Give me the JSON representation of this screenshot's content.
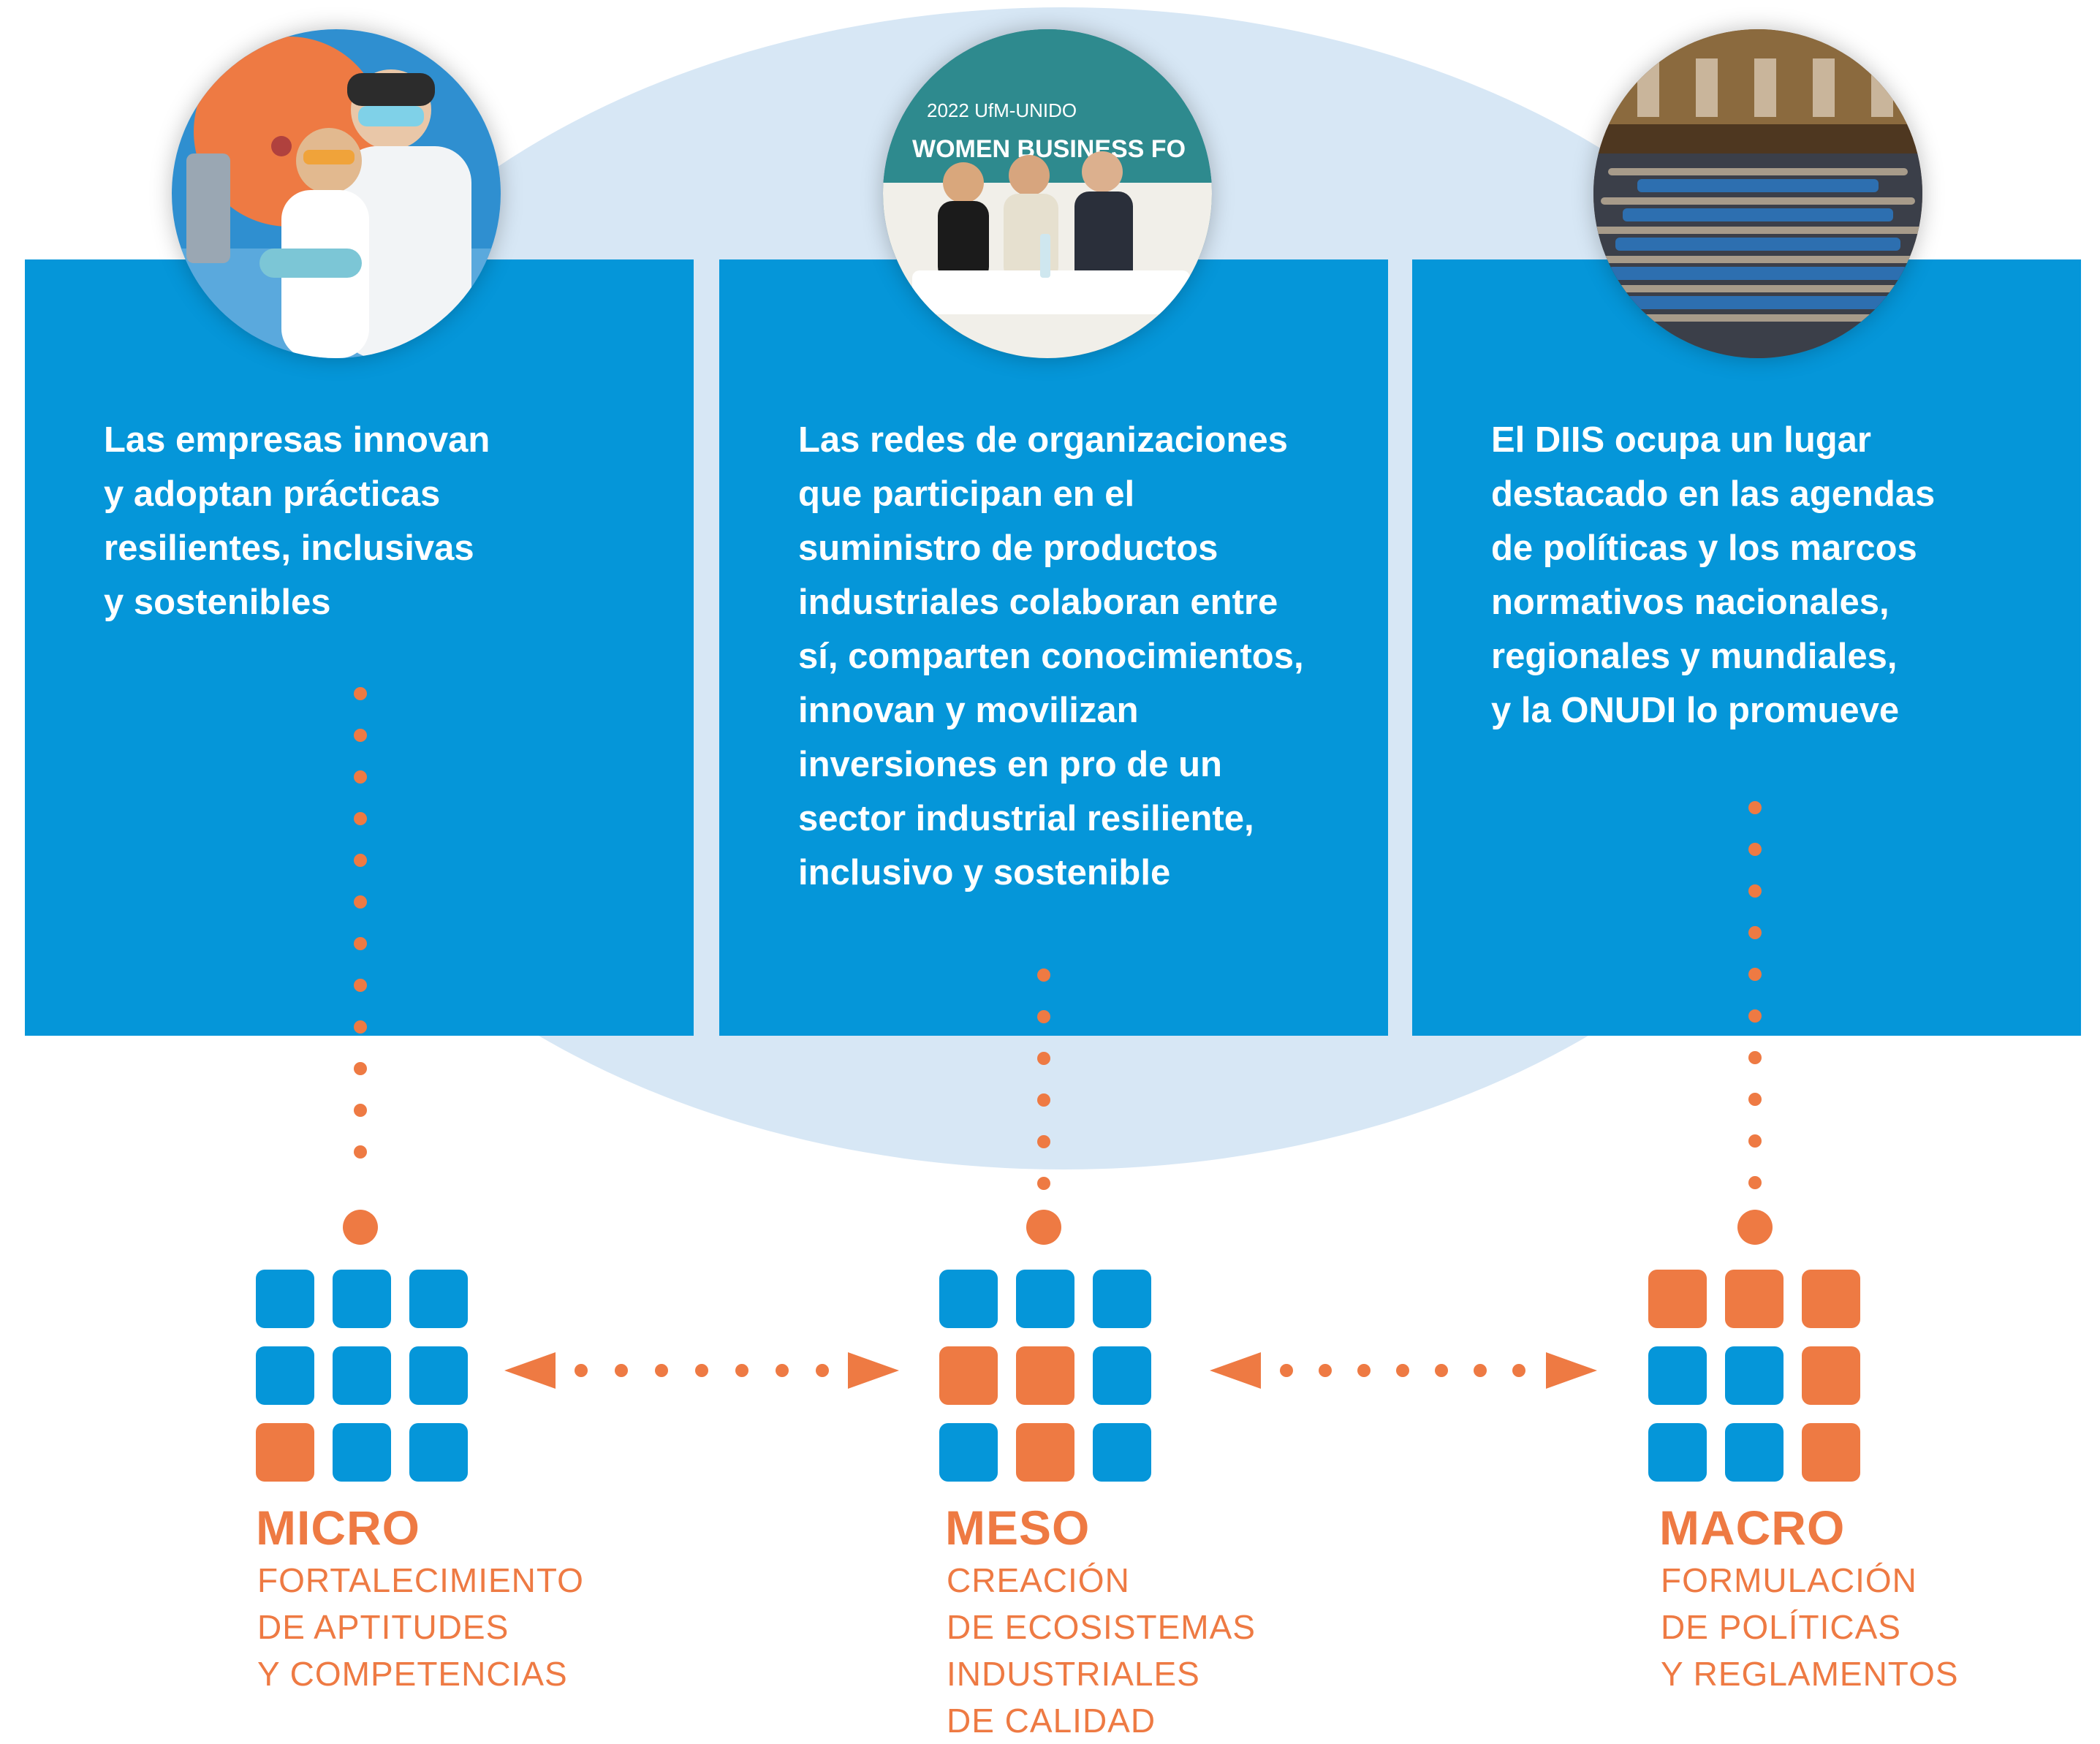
{
  "colors": {
    "panel_blue": "#0596d9",
    "ellipse_blue": "#d7e7f5",
    "accent_orange": "#ee7a43"
  },
  "panels": [
    {
      "text": "Las empresas innovan\ny adoptan prácticas\nresilientes, inclusivas\ny sostenibles",
      "photo": "laboratory-scientists-photo"
    },
    {
      "text": "Las redes de organizaciones\nque participan en el\nsuministro de productos\nindustriales colaboran entre\nsí, comparten conocimientos,\ninnovan y movilizan\ninversiones en pro de un\nsector industrial resiliente,\ninclusivo y sostenible",
      "photo": "business-forum-panel-photo",
      "photo_banner_text": "2022 UfM-UNIDO",
      "photo_banner_text2": "WOMEN BUSINESS FO"
    },
    {
      "text": "El DIIS ocupa un lugar\ndestacado en las agendas\nde políticas y los marcos\nnormativos nacionales,\nregionales y mundiales,\ny la ONUDI lo promueve",
      "photo": "assembly-hall-photo"
    }
  ],
  "levels": [
    {
      "title": "MICRO",
      "subtitle": "FORTALECIMIENTO\nDE APTITUDES\nY COMPETENCIAS",
      "grid": [
        "blue",
        "blue",
        "blue",
        "blue",
        "blue",
        "blue",
        "orange",
        "blue",
        "blue"
      ]
    },
    {
      "title": "MESO",
      "subtitle": "CREACIÓN\nDE ECOSISTEMAS\nINDUSTRIALES\nDE CALIDAD",
      "grid": [
        "blue",
        "blue",
        "blue",
        "orange",
        "orange",
        "blue",
        "blue",
        "orange",
        "blue"
      ]
    },
    {
      "title": "MACRO",
      "subtitle": "FORMULACIÓN\nDE POLÍTICAS\nY REGLAMENTOS",
      "grid": [
        "orange",
        "orange",
        "orange",
        "blue",
        "blue",
        "orange",
        "blue",
        "blue",
        "orange"
      ]
    }
  ],
  "connectors": [
    "double-arrow-micro-meso",
    "double-arrow-meso-macro"
  ]
}
